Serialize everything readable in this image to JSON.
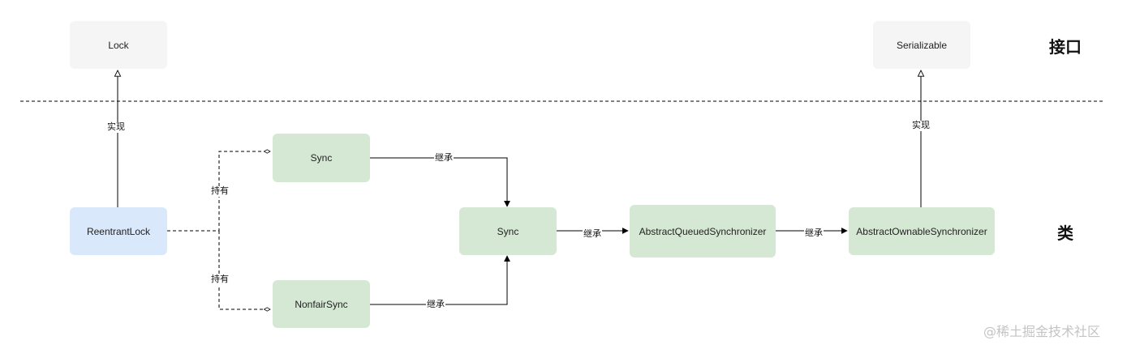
{
  "layers": {
    "interface": "接口",
    "class": "类"
  },
  "nodes": {
    "lock": "Lock",
    "serializable": "Serializable",
    "reentrant_lock": "ReentrantLock",
    "sync_inner": "Sync",
    "nonfair_sync": "NonfairSync",
    "sync_base": "Sync",
    "aqs": "AbstractQueuedSynchronizer",
    "aos": "AbstractOwnableSynchronizer"
  },
  "edge_labels": {
    "implements_lock": "实现",
    "implements_serializable": "实现",
    "holds_sync": "持有",
    "holds_nonfair": "持有",
    "sync_extends": "继承",
    "nonfair_extends": "继承",
    "sync_base_extends": "继承",
    "aqs_extends": "继承"
  },
  "colors": {
    "interface_fill": "#f5f5f5",
    "class_fill": "#d5e8d4",
    "focus_class_fill": "#dae8fc",
    "line": "#000000"
  },
  "watermark": "@稀土掘金技术社区"
}
